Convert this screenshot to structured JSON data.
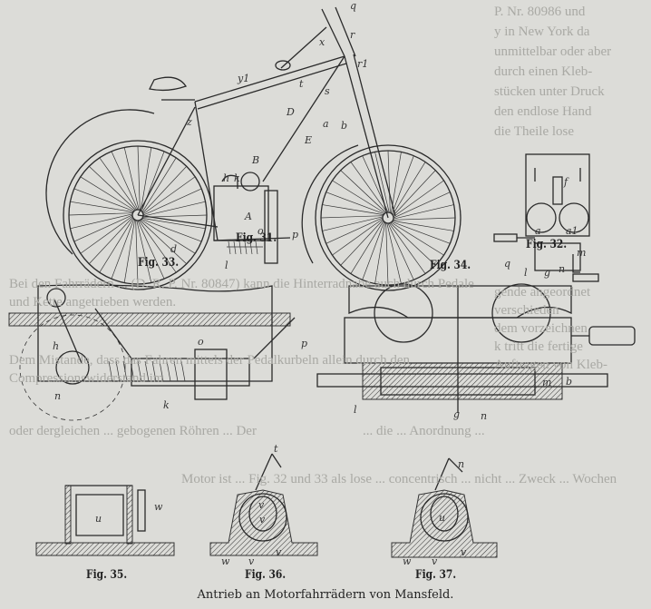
{
  "page": {
    "background_color": "#dcdcd8",
    "ink_color": "#222222",
    "ghost_text_right": [
      "P. Nr. 80986 und",
      "y in New York da",
      "unmittelbar oder aber",
      "durch einen Kleb-",
      "stücken unter Druck",
      "den endlose Hand",
      "die Theile lose",
      "gende angeordnet",
      "verschieden",
      "dem vorzeichnen",
      "k tritt die fertige",
      "",
      "Auftragen von Kleb-"
    ],
    "ghost_text_middle": [
      "Bei den Fahrrädern ... (D. R. P. Nr. 80847) kann die Hinterradnabe auch durch Pedale und Kette angetrieben werden.",
      "Dem Mistande, dass das Fahren mittels der Pedalkurbeln allein durch den Compressionswiderstand im",
      "oder dergleichen ... gebogenen Röhren ... Der",
      "Motor ist ... Fig. 32 und 33 als lose ... concentrisch ... nicht ... Zweck ... Wochen",
      "... die ... Anordnung ..."
    ]
  },
  "figures": {
    "fig31": "Fig. 31.",
    "fig32": "Fig. 32.",
    "fig33": "Fig. 33.",
    "fig34": "Fig. 34.",
    "fig35": "Fig. 35.",
    "fig36": "Fig. 36.",
    "fig37": "Fig. 37."
  },
  "labels": {
    "fig31": [
      "q",
      "r",
      "x",
      "r1",
      "y1",
      "t",
      "s",
      "z",
      "D",
      "E",
      "a",
      "b",
      "B",
      "h",
      "k",
      "A",
      "o",
      "p",
      "d",
      "l"
    ],
    "fig32": [
      "f",
      "a",
      "a1",
      "m",
      "q",
      "l",
      "g",
      "n"
    ],
    "fig33": [
      "h",
      "p",
      "o",
      "n",
      "k"
    ],
    "fig34": [
      "m",
      "l",
      "g",
      "n",
      "b"
    ],
    "fig35": [
      "u",
      "w"
    ],
    "fig36": [
      "t",
      "v",
      "v",
      "w",
      "v",
      "v"
    ],
    "fig37": [
      "n",
      "u",
      "w",
      "v",
      "v"
    ]
  },
  "caption": "Antrieb an Motorfahrrädern von Mansfeld."
}
